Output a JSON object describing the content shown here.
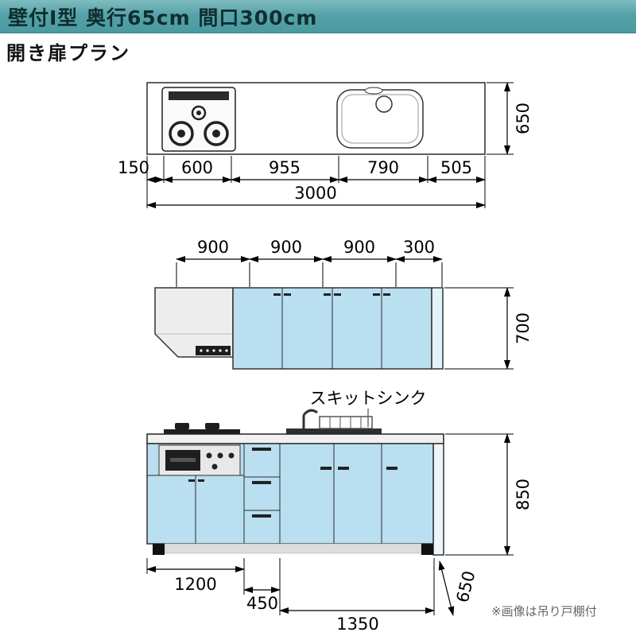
{
  "header": {
    "title": "壁付I型 奥行65cm 間口300cm"
  },
  "subtitle": "開き扉プラン",
  "plan_view": {
    "depth_label": "650",
    "segment_labels": [
      "150",
      "600",
      "955",
      "790",
      "505"
    ],
    "total_label": "3000"
  },
  "wall_view": {
    "segment_labels": [
      "900",
      "900",
      "900",
      "300"
    ],
    "height_label": "700"
  },
  "base_view": {
    "sink_label": "スキットシンク",
    "height_label": "850",
    "segment_labels": [
      "1200",
      "450",
      "1350"
    ],
    "depth_label": "650"
  },
  "footnote": "※画像は吊り戸棚付",
  "colors": {
    "header_bg": "#4a9aa0",
    "cabinet_blue": "#b9dff0",
    "end_panel_blue": "#e4f2fa",
    "appliance_dark": "#1e1e1e"
  }
}
